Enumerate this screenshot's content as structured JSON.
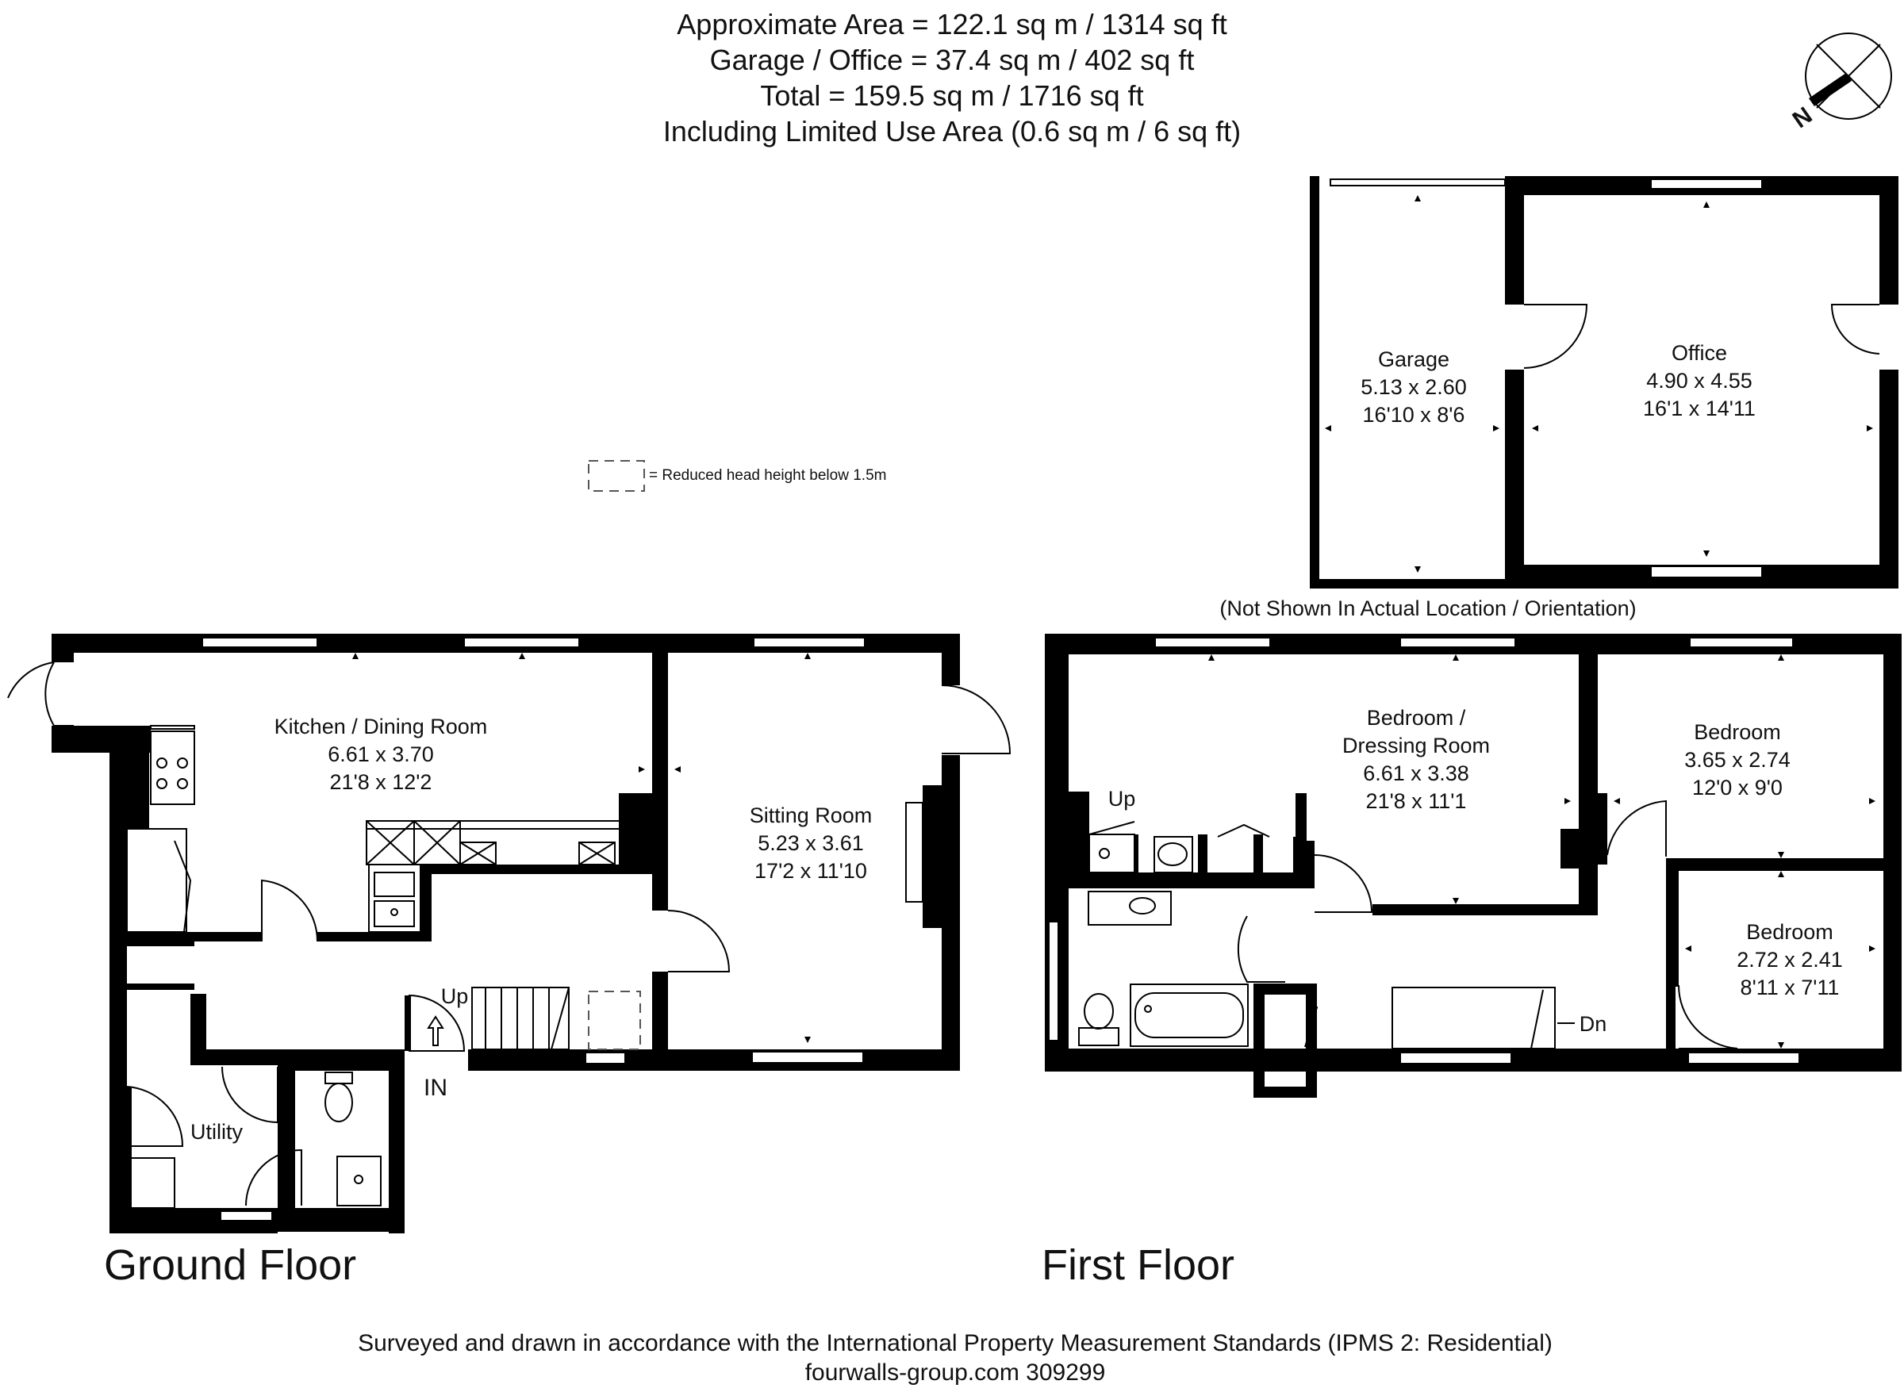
{
  "summary": {
    "line1": "Approximate  Area = 122.1 sq m / 1314 sq ft",
    "line2": "Garage / Office = 37.4 sq m / 402 sq ft",
    "line3": "Total = 159.5 sq m / 1716 sq ft",
    "line4": "Including Limited Use Area (0.6 sq m / 6 sq ft)"
  },
  "compass": {
    "label": "N"
  },
  "legend": {
    "text": "= Reduced head height below 1.5m"
  },
  "outbuilding": {
    "note": "(Not Shown In Actual Location / Orientation)",
    "garage": {
      "name": "Garage",
      "metric": "5.13 x 2.60",
      "imperial": "16'10 x 8'6"
    },
    "office": {
      "name": "Office",
      "metric": "4.90 x 4.55",
      "imperial": "16'1 x 14'11"
    }
  },
  "ground_floor": {
    "title": "Ground Floor",
    "kitchen": {
      "name": "Kitchen / Dining Room",
      "metric": "6.61 x 3.70",
      "imperial": "21'8 x 12'2"
    },
    "sitting": {
      "name": "Sitting Room",
      "metric": "5.23 x 3.61",
      "imperial": "17'2 x 11'10"
    },
    "utility": {
      "name": "Utility"
    },
    "stairs_label": "Up",
    "entrance_label": "IN"
  },
  "first_floor": {
    "title": "First Floor",
    "bedroom1": {
      "name_line1": "Bedroom /",
      "name_line2": "Dressing Room",
      "metric": "6.61 x 3.38",
      "imperial": "21'8 x 11'1"
    },
    "bedroom2": {
      "name": "Bedroom",
      "metric": "3.65 x 2.74",
      "imperial": "12'0 x 9'0"
    },
    "bedroom3": {
      "name": "Bedroom",
      "metric": "2.72 x 2.41",
      "imperial": "8'11 x 7'11"
    },
    "up_label": "Up",
    "down_label": "Dn"
  },
  "footer": {
    "line1": "Surveyed and drawn in accordance with the International Property Measurement Standards (IPMS 2: Residential)",
    "line2": "fourwalls-group.com 309299"
  }
}
